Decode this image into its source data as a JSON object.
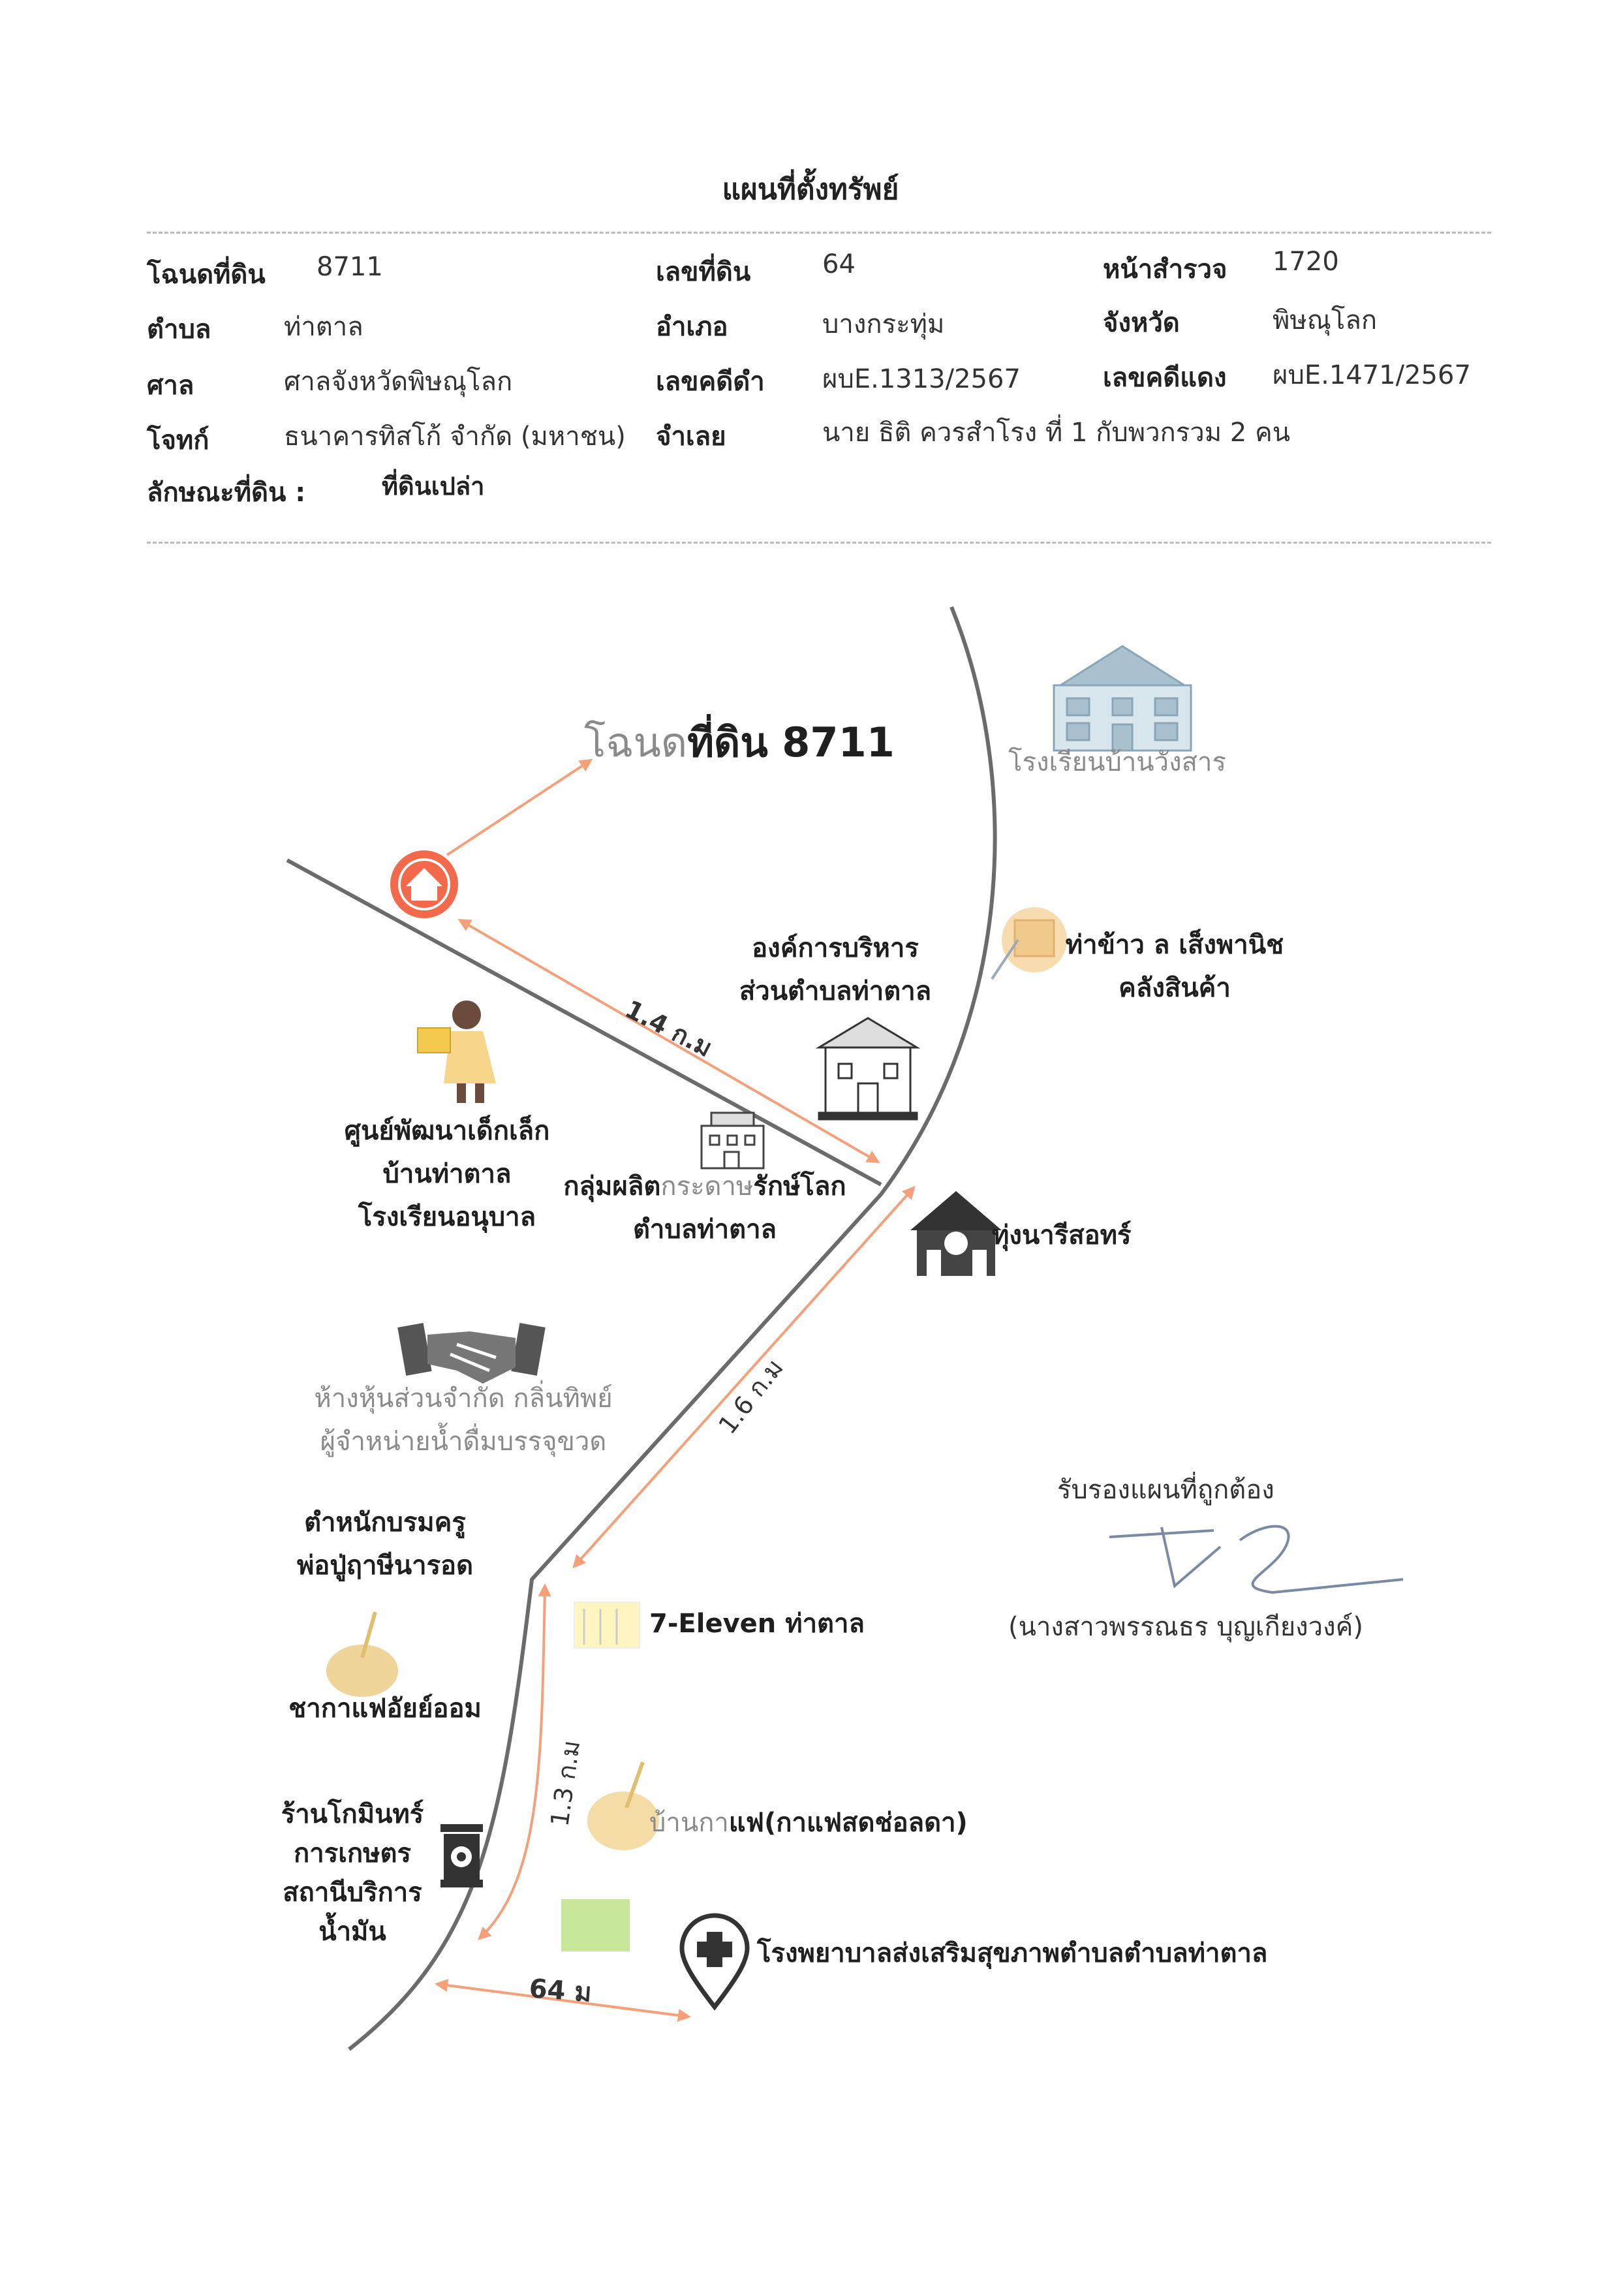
{
  "header": {
    "title": "แผนที่ตั้งทรัพย์"
  },
  "info": {
    "deed_label": "โฉนดที่ดิน",
    "deed_value": "8711",
    "land_no_label": "เลขที่ดิน",
    "land_no_value": "64",
    "survey_label": "หน้าสำรวจ",
    "survey_value": "1720",
    "subdistrict_label": "ตำบล",
    "subdistrict_value": "ท่าตาล",
    "district_label": "อำเภอ",
    "district_value": "บางกระทุ่ม",
    "province_label": "จังหวัด",
    "province_value": "พิษณุโลก",
    "court_label": "ศาล",
    "court_value": "ศาลจังหวัดพิษณุโลก",
    "black_case_label": "เลขคดีดำ",
    "black_case_value": "ผบE.1313/2567",
    "red_case_label": "เลขคดีแดง",
    "red_case_value": "ผบE.1471/2567",
    "plaintiff_label": "โจทก์",
    "plaintiff_value": "ธนาคารทิสโก้ จำกัด (มหาชน)",
    "defendant_label": "จำเลย",
    "defendant_value": "นาย ธิติ ควรสำโรง  ที่ 1  กับพวกรวม 2 คน",
    "land_type_label": "ลักษณะที่ดิน :",
    "land_type_value": "ที่ดินเปล่า"
  },
  "map": {
    "deed_marker_gray": "โฉนด",
    "deed_marker_bold": "ที่ดิน 8711",
    "school": "โรงเรียนบ้านวังสาร",
    "sao_line1": "องค์การบริหาร",
    "sao_line2": "ส่วนตำบลท่าตาล",
    "rice_line1": "ท่าข้าว ล เส็งพานิช",
    "rice_line2": "คลังสินค้า",
    "childcare_line1": "ศูนย์พัฒนาเด็กเล็ก",
    "childcare_line2": "บ้านท่าตาล",
    "childcare_line3": "โรงเรียนอนุบาล",
    "paper_group_bold1": "กลุ่มผลิต",
    "paper_group_gray": "กระดาษ",
    "paper_group_bold2": "รักษ์โลก",
    "paper_group_line2": "ตำบลท่าตาล",
    "store": "ทุ่งนารีสอทร์",
    "partnership_line1": "ห้างหุ้นส่วนจำกัด กลิ่นทิพย์",
    "partnership_line2": "ผู้จำหน่ายน้ำดื่มบรรจุขวด",
    "dist_1": "1.4 ก.ม",
    "dist_2": "1.6 ก.ม",
    "dist_3": "1.3 ก.ม",
    "dist_4": "64 ม",
    "teacher_line1": "ตำหนักบรมครู",
    "teacher_line2": "พ่อปู่ฤาษีนารอด",
    "seven_eleven": "7-Eleven ท่าตาล",
    "tea_cafe": "ชากาแฟอัยย์ออม",
    "coffee_gray": "บ้านกา",
    "coffee_bold": "แฟ(กาแฟสดช่อลดา)",
    "gas_line1": "ร้านโกมินทร์",
    "gas_line2": "การเกษตร",
    "gas_line3": "สถานีบริการ",
    "gas_line4": "น้ำมัน",
    "hospital": "โรงพยาบาลส่งเสริมสุขภาพตำบลตำบลท่าตาล"
  },
  "certification": {
    "text": "รับรองแผนที่ถูกต้อง",
    "name": "(นางสาวพรรณธร บุญเกียงวงค์)"
  },
  "colors": {
    "road": "#6b6b6b",
    "arrow": "#f4a07a",
    "home_marker": "#f26a4b",
    "school_icon": "#9fb8c8",
    "parcel": "#c9e79a"
  }
}
